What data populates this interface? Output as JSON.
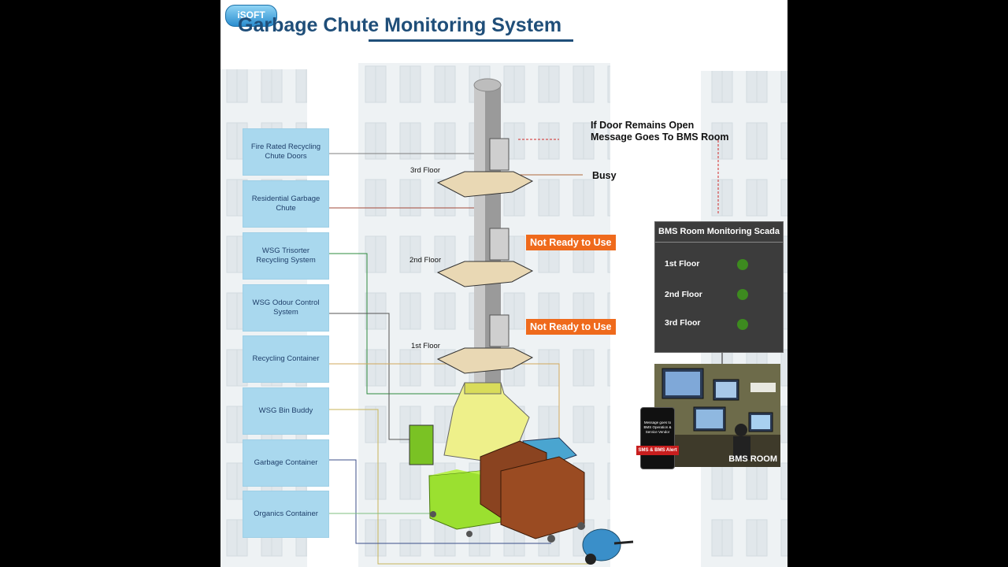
{
  "title": "Garbage Chute Monitoring System",
  "logo_text": "iSOFT",
  "left_boxes": [
    "Fire Rated Recycling Chute Doors",
    "Residential Garbage Chute",
    "WSG Trisorter Recycling System",
    "WSG Odour Control System",
    "Recycling Container",
    "WSG Bin Buddy",
    "Garbage Container",
    "Organics Container"
  ],
  "floors": [
    "3rd Floor",
    "2nd Floor",
    "1st Floor"
  ],
  "notes": {
    "door_open_line1": "If Door Remains Open",
    "door_open_line2": "Message Goes To BMS Room",
    "busy": "Busy"
  },
  "status_labels": [
    "Not Ready to Use",
    "Not Ready to Use"
  ],
  "scada": {
    "title": "BMS Room Monitoring Scada",
    "rows": [
      "1st Floor",
      "2nd Floor",
      "3rd Floor"
    ],
    "led_color": "#3d8a1f"
  },
  "bms_room_label": "BMS ROOM",
  "phone": {
    "message": "Message goes to BMS Operation & Service Vendor",
    "alert": "SMS & BMS Alert"
  },
  "colors": {
    "title": "#1f4e79",
    "box_fill": "#a9d8ee",
    "status_orange": "#ef6a1c"
  }
}
